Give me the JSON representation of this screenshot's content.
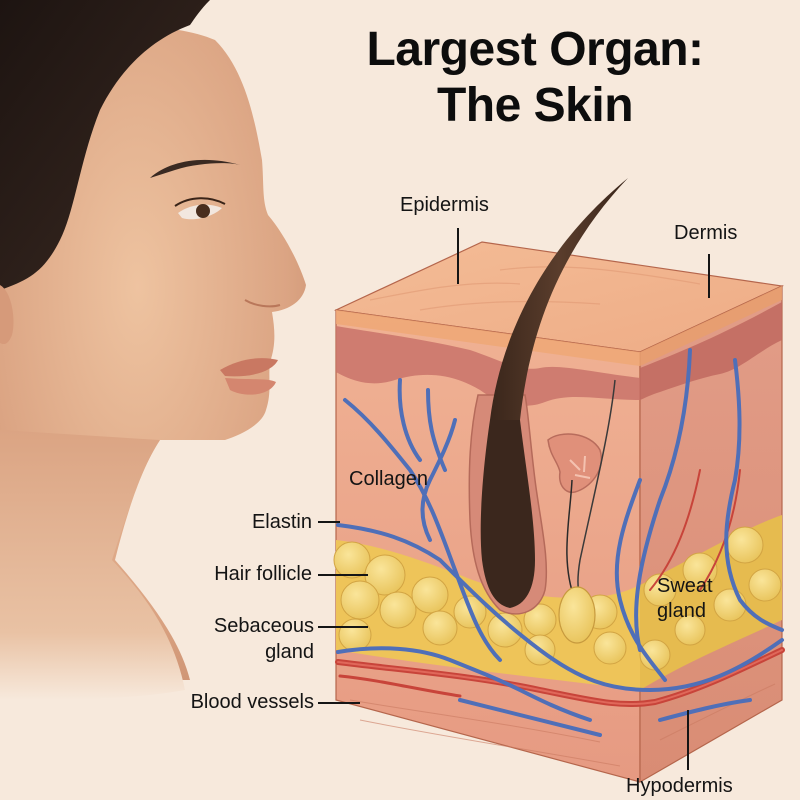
{
  "title": {
    "line1": "Largest Organ:",
    "line2": "The Skin"
  },
  "labels": {
    "epidermis": "Epidermis",
    "dermis": "Dermis",
    "collagen": "Collagen",
    "elastin": "Elastin",
    "hair_follicle": "Hair follicle",
    "sebaceous_gland_line1": "Sebaceous",
    "sebaceous_gland_line2": "gland",
    "blood_vessels": "Blood vessels",
    "sweat_gland_line1": "Sweat",
    "sweat_gland_line2": "gland",
    "hypodermis": "Hypodermis"
  },
  "colors": {
    "background": "#f7e9dc",
    "skin_face": "#e2b08c",
    "hair": "#2b1d17",
    "epidermis_top": "#f0b48e",
    "dermis": "#e9a48e",
    "dermis_dark": "#c9736a",
    "fat": "#f0cf63",
    "hypodermis": "#e59a7a",
    "vein": "#4f6fb8",
    "artery": "#d0473a",
    "hair_shaft": "#4a3122",
    "text": "#141414"
  }
}
